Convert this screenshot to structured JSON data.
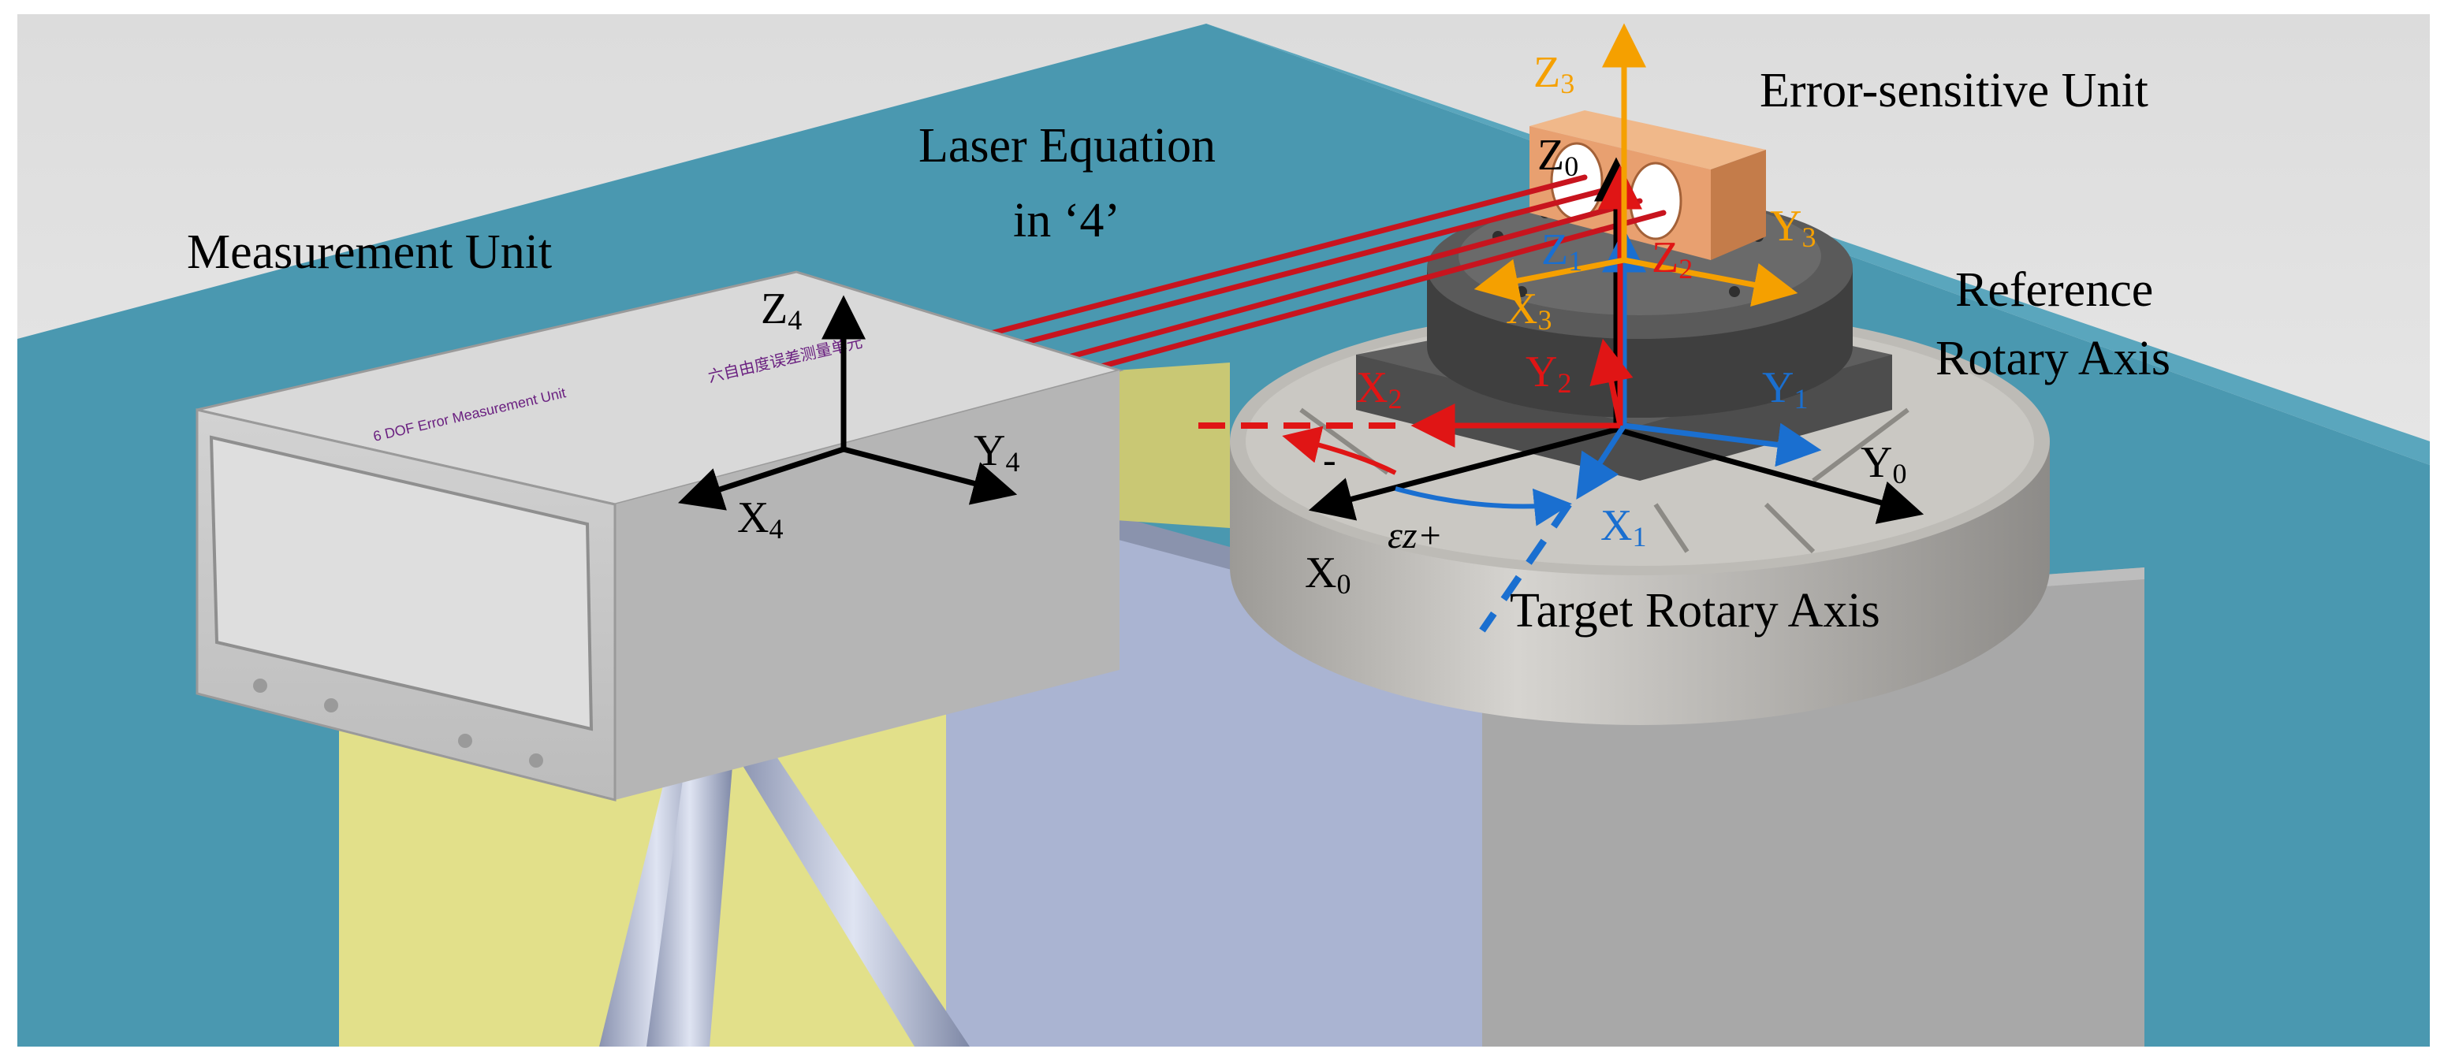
{
  "labels": {
    "measurement_unit": "Measurement Unit",
    "laser_equation_line1": "Laser Equation",
    "laser_equation_line2": "in ‘4’",
    "error_sensitive_unit": "Error-sensitive Unit",
    "reference_rotary_axis_line1": "Reference",
    "reference_rotary_axis_line2": "Rotary Axis",
    "target_rotary_axis": "Target Rotary Axis",
    "epsilon_z": "εz+",
    "minus_sign": "-"
  },
  "axes": {
    "X0": {
      "letter": "X",
      "sub": "0"
    },
    "Y0": {
      "letter": "Y",
      "sub": "0"
    },
    "Z0": {
      "letter": "Z",
      "sub": "0"
    },
    "X1": {
      "letter": "X",
      "sub": "1"
    },
    "Y1": {
      "letter": "Y",
      "sub": "1"
    },
    "Z1": {
      "letter": "Z",
      "sub": "1"
    },
    "X2": {
      "letter": "X",
      "sub": "2"
    },
    "Y2": {
      "letter": "Y",
      "sub": "2"
    },
    "Z2": {
      "letter": "Z",
      "sub": "2"
    },
    "X3": {
      "letter": "X",
      "sub": "3"
    },
    "Y3": {
      "letter": "Y",
      "sub": "3"
    },
    "Z3": {
      "letter": "Z",
      "sub": "3"
    },
    "X4": {
      "letter": "X",
      "sub": "4"
    },
    "Y4": {
      "letter": "Y",
      "sub": "4"
    },
    "Z4": {
      "letter": "Z",
      "sub": "4"
    }
  },
  "device_text": {
    "front_label": "6 DOF Error Measurement Unit",
    "side_label": "六自由度误差测量单元"
  },
  "colors": {
    "frame0": "#000000",
    "frame1": "#1a6fd0",
    "frame2": "#e01515",
    "frame3": "#f5a000",
    "frame4": "#000000",
    "laser": "#c8141e",
    "background_teal": "#4a98b0",
    "sensor_block": "#e8a070"
  }
}
